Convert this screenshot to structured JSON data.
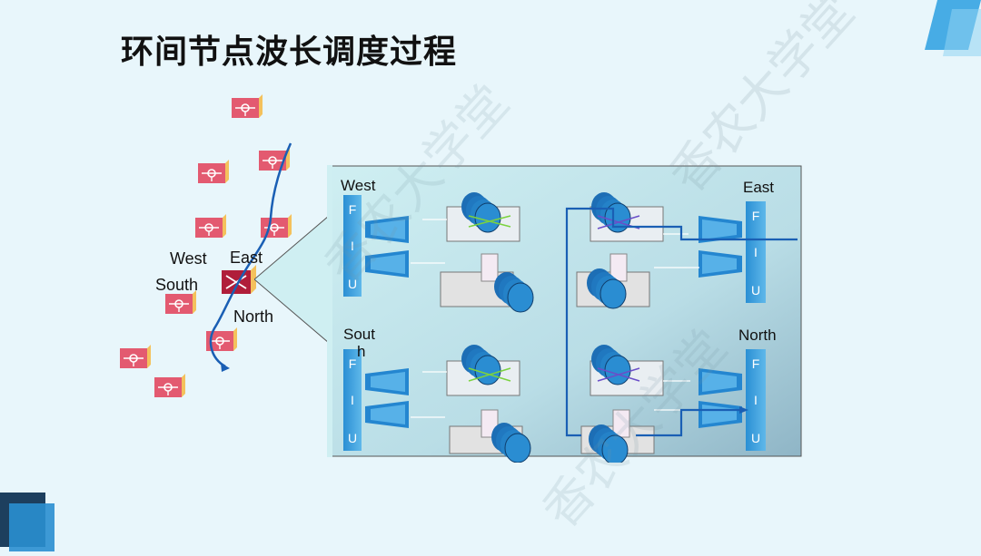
{
  "title": "环间节点波长调度过程",
  "ring_labels": {
    "west": "West",
    "east": "East",
    "south": "South",
    "north": "North"
  },
  "detail": {
    "west": "West",
    "east": "East",
    "south_line1": "Sout",
    "south_line2": "h",
    "north": "North",
    "fiu_letters": [
      "F",
      "I",
      "U"
    ]
  },
  "watermark": "香农大学堂",
  "colors": {
    "background": "#e8f6fb",
    "accent": "#1e88c8",
    "node_red": "#e0566b",
    "node_yellow": "#f3c25a",
    "path_blue": "#1a5fb4"
  }
}
